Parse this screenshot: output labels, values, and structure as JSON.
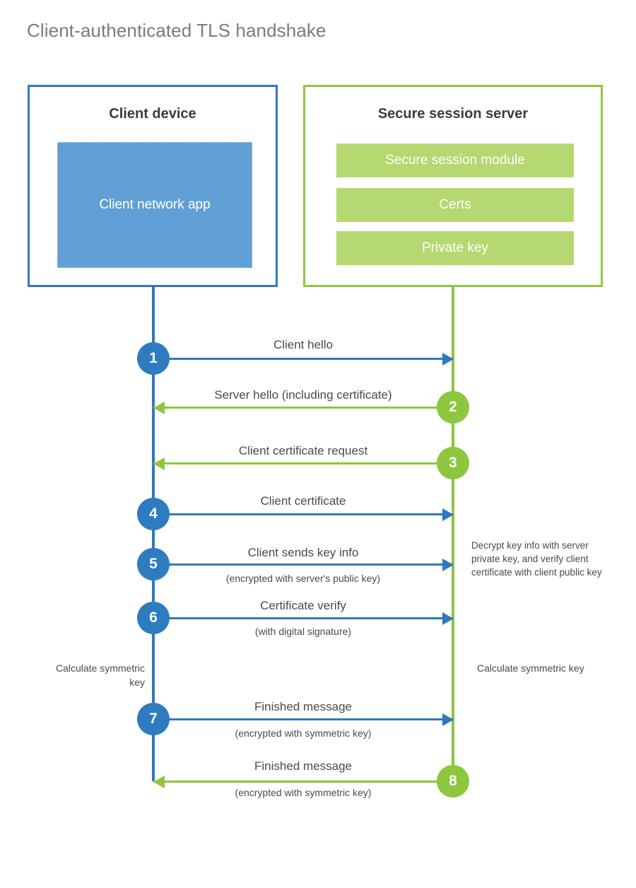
{
  "title": "Client-authenticated TLS handshake",
  "colors": {
    "client_accent": "#3179bc",
    "client_circle": "#2e7cbf",
    "client_app_fill": "#629fd4",
    "server_accent": "#8dc63f",
    "server_bar_fill": "#b5d870",
    "title_text": "#7b7b7b",
    "body_text": "#4a4a4a"
  },
  "client": {
    "title": "Client device",
    "app_label": "Client network app"
  },
  "server": {
    "title": "Secure session server",
    "components": [
      {
        "label": "Secure session module"
      },
      {
        "label": "Certs"
      },
      {
        "label": "Private key"
      }
    ]
  },
  "steps": [
    {
      "number": "1",
      "label": "Client hello",
      "sublabel": "",
      "direction": "client-to-server",
      "color": "blue"
    },
    {
      "number": "2",
      "label": "Server hello (including certificate)",
      "sublabel": "",
      "direction": "server-to-client",
      "color": "green"
    },
    {
      "number": "3",
      "label": "Client certificate request",
      "sublabel": "",
      "direction": "server-to-client",
      "color": "green"
    },
    {
      "number": "4",
      "label": "Client certificate",
      "sublabel": "",
      "direction": "client-to-server",
      "color": "blue"
    },
    {
      "number": "5",
      "label": "Client sends key info",
      "sublabel": "(encrypted with server's public key)",
      "direction": "client-to-server",
      "color": "blue"
    },
    {
      "number": "6",
      "label": "Certificate verify",
      "sublabel": "(with digital signature)",
      "direction": "client-to-server",
      "color": "blue"
    },
    {
      "number": "7",
      "label": "Finished message",
      "sublabel": "(encrypted with symmetric key)",
      "direction": "client-to-server",
      "color": "blue"
    },
    {
      "number": "8",
      "label": "Finished message",
      "sublabel": "(encrypted with symmetric key)",
      "direction": "server-to-client",
      "color": "green"
    }
  ],
  "notes": {
    "server_decrypt": "Decrypt key info with server private key, and verify client certificate with client public key",
    "client_calculate": "Calculate symmetric key",
    "server_calculate": "Calculate symmetric key"
  }
}
